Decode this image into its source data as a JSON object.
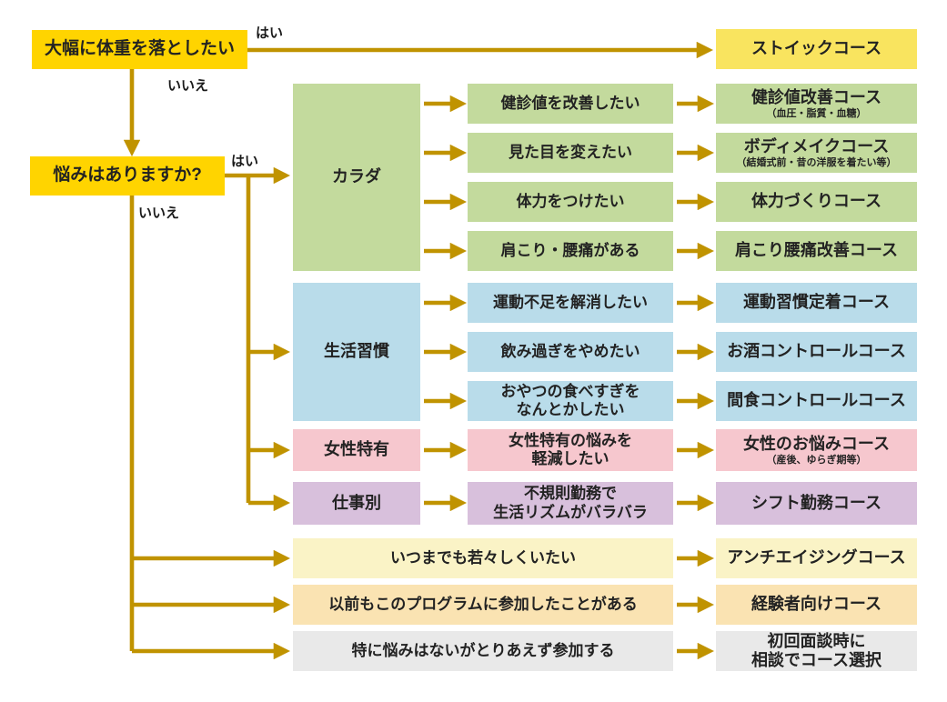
{
  "palette": {
    "decision_bg": "#ffd400",
    "arrow": "#c09300",
    "stoic_bg": "#f9e45f",
    "green_bg": "#c3da9d",
    "blue_bg": "#b9dcea",
    "pink_bg": "#f6c7ce",
    "purple_bg": "#d8c0dc",
    "paleyellow_bg": "#faf3c6",
    "orange_bg": "#fae3b2",
    "gray_bg": "#e9e9e9"
  },
  "decision1": {
    "label": "大幅に体重を落としたい",
    "yes": "はい",
    "no": "いいえ"
  },
  "stoic_course": {
    "label": "ストイックコース"
  },
  "decision2": {
    "label": "悩みはありますか?",
    "yes": "はい",
    "no": "いいえ"
  },
  "categories": [
    {
      "label": "カラダ",
      "items": [
        {
          "statement": "健診値を改善したい",
          "course": "健診値改善コース",
          "course_note": "（血圧・脂質・血糖）"
        },
        {
          "statement": "見た目を変えたい",
          "course": "ボディメイクコース",
          "course_note": "（結婚式前・昔の洋服を着たい等）"
        },
        {
          "statement": "体力をつけたい",
          "course": "体力づくりコース"
        },
        {
          "statement": "肩こり・腰痛がある",
          "course": "肩こり腰痛改善コース"
        }
      ]
    },
    {
      "label": "生活習慣",
      "items": [
        {
          "statement": "運動不足を解消したい",
          "course": "運動習慣定着コース"
        },
        {
          "statement": "飲み過ぎをやめたい",
          "course": "お酒コントロールコース"
        },
        {
          "statement": "おやつの食べすぎを\nなんとかしたい",
          "course": "間食コントロールコース"
        }
      ]
    },
    {
      "label": "女性特有",
      "items": [
        {
          "statement": "女性特有の悩みを\n軽減したい",
          "course": "女性のお悩みコース",
          "course_note": "（産後、ゆらぎ期等）"
        }
      ]
    },
    {
      "label": "仕事別",
      "items": [
        {
          "statement": "不規則勤務で\n生活リズムがバラバラ",
          "course": "シフト勤務コース"
        }
      ]
    }
  ],
  "no_branch": [
    {
      "statement": "いつまでも若々しくいたい",
      "course": "アンチエイジングコース"
    },
    {
      "statement": "以前もこのプログラムに参加したことがある",
      "course": "経験者向けコース"
    },
    {
      "statement": "特に悩みはないがとりあえず参加する",
      "course": "初回面談時に\n相談でコース選択"
    }
  ]
}
